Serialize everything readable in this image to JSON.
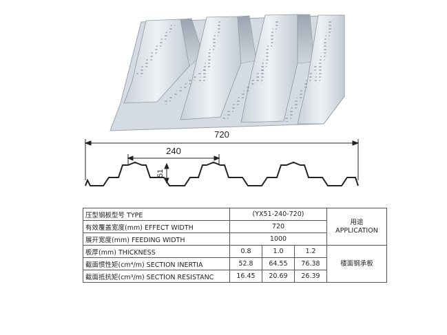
{
  "dimensions": {
    "total_width": "720",
    "rib_pitch": "240",
    "rib_height": "51"
  },
  "table": {
    "rows": [
      {
        "label": "压型钢板型号  TYPE",
        "value": "(YX51-240-720)"
      },
      {
        "label": "有效覆盖宽度(mm)  EFFECT WIDTH",
        "value": "720"
      },
      {
        "label": "展开宽度(mm)  FEEDING WIDTH",
        "value": "1000"
      }
    ],
    "application_header": [
      "用途",
      "APPLICATION"
    ],
    "thickness_label": "板厚(mm)  THICKNESS",
    "thickness": [
      "0.8",
      "1.0",
      "1.2"
    ],
    "inertia_label": "截面惯性矩(cm⁴/m)  SECTION INERTIA",
    "inertia": [
      "52.8",
      "64.55",
      "76.38"
    ],
    "resistance_label": "截面抵抗矩(cm³/m)  SECTION RESISTANC",
    "resistance": [
      "16.45",
      "20.69",
      "26.39"
    ],
    "application_value": "楼面钢承板"
  },
  "colors": {
    "sheet_light": "#e2e8ee",
    "sheet_mid": "#b9c3cc",
    "sheet_dark": "#8e99a4",
    "line": "#222222"
  }
}
